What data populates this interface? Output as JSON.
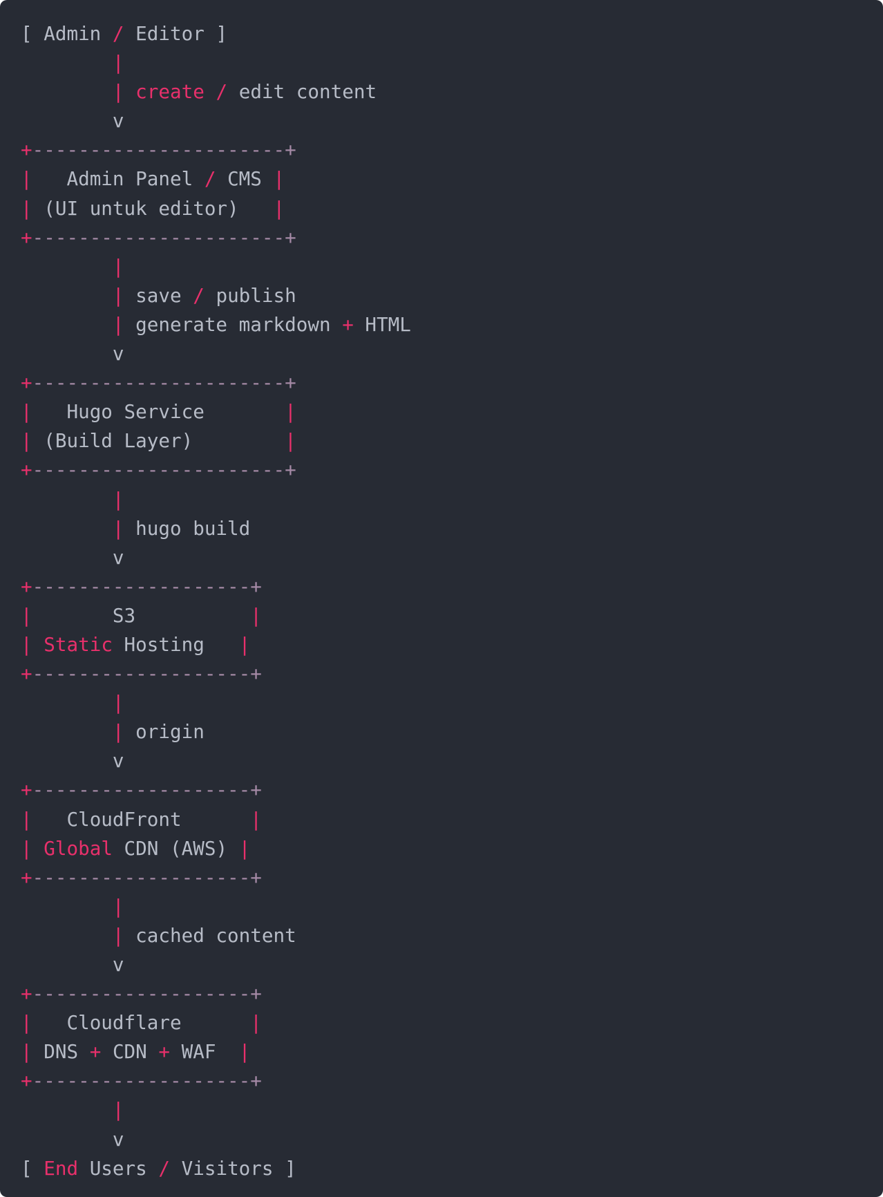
{
  "theme": {
    "background": "#272b34",
    "text": "#b7bcc7",
    "accent": "#e8306b",
    "border_dash": "#a58aa6"
  },
  "diagram_lines": [
    [
      [
        "t",
        "[ Admin "
      ],
      [
        "a",
        "/"
      ],
      [
        "t",
        " Editor ]"
      ]
    ],
    [
      [
        "t",
        "        "
      ],
      [
        "a",
        "|"
      ]
    ],
    [
      [
        "t",
        "        "
      ],
      [
        "a",
        "|"
      ],
      [
        "t",
        " "
      ],
      [
        "a",
        "create"
      ],
      [
        "t",
        " "
      ],
      [
        "a",
        "/"
      ],
      [
        "t",
        " edit content"
      ]
    ],
    [
      [
        "t",
        "        v"
      ]
    ],
    [
      [
        "a",
        "+"
      ],
      [
        "d",
        "----------------------"
      ],
      [
        "d",
        "+"
      ]
    ],
    [
      [
        "a",
        "|"
      ],
      [
        "t",
        "   Admin Panel "
      ],
      [
        "a",
        "/"
      ],
      [
        "t",
        " CMS "
      ],
      [
        "a",
        "|"
      ]
    ],
    [
      [
        "a",
        "|"
      ],
      [
        "t",
        " (UI untuk editor)   "
      ],
      [
        "a",
        "|"
      ]
    ],
    [
      [
        "a",
        "+"
      ],
      [
        "d",
        "----------------------"
      ],
      [
        "d",
        "+"
      ]
    ],
    [
      [
        "t",
        "        "
      ],
      [
        "a",
        "|"
      ]
    ],
    [
      [
        "t",
        "        "
      ],
      [
        "a",
        "|"
      ],
      [
        "t",
        " save "
      ],
      [
        "a",
        "/"
      ],
      [
        "t",
        " publish"
      ]
    ],
    [
      [
        "t",
        "        "
      ],
      [
        "a",
        "|"
      ],
      [
        "t",
        " generate markdown "
      ],
      [
        "a",
        "+"
      ],
      [
        "t",
        " HTML"
      ]
    ],
    [
      [
        "t",
        "        v"
      ]
    ],
    [
      [
        "a",
        "+"
      ],
      [
        "d",
        "----------------------"
      ],
      [
        "d",
        "+"
      ]
    ],
    [
      [
        "a",
        "|"
      ],
      [
        "t",
        "   Hugo Service       "
      ],
      [
        "a",
        "|"
      ]
    ],
    [
      [
        "a",
        "|"
      ],
      [
        "t",
        " (Build Layer)        "
      ],
      [
        "a",
        "|"
      ]
    ],
    [
      [
        "a",
        "+"
      ],
      [
        "d",
        "----------------------"
      ],
      [
        "d",
        "+"
      ]
    ],
    [
      [
        "t",
        "        "
      ],
      [
        "a",
        "|"
      ]
    ],
    [
      [
        "t",
        "        "
      ],
      [
        "a",
        "|"
      ],
      [
        "t",
        " hugo build"
      ]
    ],
    [
      [
        "t",
        "        v"
      ]
    ],
    [
      [
        "a",
        "+"
      ],
      [
        "d",
        "-------------------"
      ],
      [
        "d",
        "+"
      ]
    ],
    [
      [
        "a",
        "|"
      ],
      [
        "t",
        "       S3          "
      ],
      [
        "a",
        "|"
      ]
    ],
    [
      [
        "a",
        "|"
      ],
      [
        "t",
        " "
      ],
      [
        "a",
        "Static"
      ],
      [
        "t",
        " Hosting   "
      ],
      [
        "a",
        "|"
      ]
    ],
    [
      [
        "a",
        "+"
      ],
      [
        "d",
        "-------------------"
      ],
      [
        "d",
        "+"
      ]
    ],
    [
      [
        "t",
        "        "
      ],
      [
        "a",
        "|"
      ]
    ],
    [
      [
        "t",
        "        "
      ],
      [
        "a",
        "|"
      ],
      [
        "t",
        " origin"
      ]
    ],
    [
      [
        "t",
        "        v"
      ]
    ],
    [
      [
        "a",
        "+"
      ],
      [
        "d",
        "-------------------"
      ],
      [
        "d",
        "+"
      ]
    ],
    [
      [
        "a",
        "|"
      ],
      [
        "t",
        "   CloudFront      "
      ],
      [
        "a",
        "|"
      ]
    ],
    [
      [
        "a",
        "|"
      ],
      [
        "t",
        " "
      ],
      [
        "a",
        "Global"
      ],
      [
        "t",
        " CDN (AWS) "
      ],
      [
        "a",
        "|"
      ]
    ],
    [
      [
        "a",
        "+"
      ],
      [
        "d",
        "-------------------"
      ],
      [
        "d",
        "+"
      ]
    ],
    [
      [
        "t",
        "        "
      ],
      [
        "a",
        "|"
      ]
    ],
    [
      [
        "t",
        "        "
      ],
      [
        "a",
        "|"
      ],
      [
        "t",
        " cached content"
      ]
    ],
    [
      [
        "t",
        "        v"
      ]
    ],
    [
      [
        "a",
        "+"
      ],
      [
        "d",
        "-------------------"
      ],
      [
        "d",
        "+"
      ]
    ],
    [
      [
        "a",
        "|"
      ],
      [
        "t",
        "   Cloudflare      "
      ],
      [
        "a",
        "|"
      ]
    ],
    [
      [
        "a",
        "|"
      ],
      [
        "t",
        " DNS "
      ],
      [
        "a",
        "+"
      ],
      [
        "t",
        " CDN "
      ],
      [
        "a",
        "+"
      ],
      [
        "t",
        " WAF  "
      ],
      [
        "a",
        "|"
      ]
    ],
    [
      [
        "a",
        "+"
      ],
      [
        "d",
        "-------------------"
      ],
      [
        "d",
        "+"
      ]
    ],
    [
      [
        "t",
        "        "
      ],
      [
        "a",
        "|"
      ]
    ],
    [
      [
        "t",
        "        v"
      ]
    ],
    [
      [
        "t",
        "[ "
      ],
      [
        "a",
        "End"
      ],
      [
        "t",
        " Users "
      ],
      [
        "a",
        "/"
      ],
      [
        "t",
        " Visitors ]"
      ]
    ]
  ]
}
